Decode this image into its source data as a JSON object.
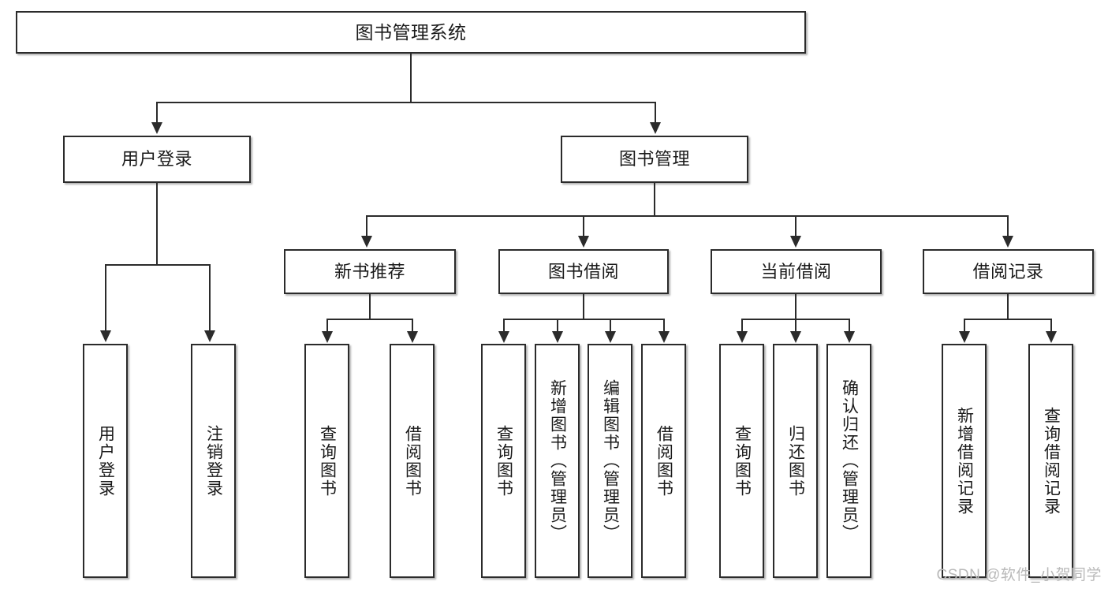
{
  "diagram": {
    "title_box": {
      "label": "图书管理系统"
    },
    "level2": [
      {
        "label": "用户登录"
      },
      {
        "label": "图书管理"
      }
    ],
    "level3": [
      {
        "label": "新书推荐"
      },
      {
        "label": "图书借阅"
      },
      {
        "label": "当前借阅"
      },
      {
        "label": "借阅记录"
      }
    ],
    "leaves": {
      "user_login": [
        {
          "label": "用户登录"
        },
        {
          "label": "注销登录"
        }
      ],
      "new_book_recommend": [
        {
          "label": "查询图书"
        },
        {
          "label": "借阅图书"
        }
      ],
      "book_borrow": [
        {
          "label": "查询图书"
        },
        {
          "label": "新增图书（管理员）"
        },
        {
          "label": "编辑图书（管理员）"
        },
        {
          "label": "借阅图书"
        }
      ],
      "current_borrow": [
        {
          "label": "查询图书"
        },
        {
          "label": "归还图书"
        },
        {
          "label": "确认归还（管理员）"
        }
      ],
      "borrow_records": [
        {
          "label": "新增借阅记录"
        },
        {
          "label": "查询借阅记录"
        }
      ]
    }
  },
  "watermark": {
    "text": "CSDN @软件_小贺同学"
  },
  "colors": {
    "stroke": "#2b2b2b",
    "box_fill": "#ffffff",
    "text": "#1a1a1a",
    "watermark": "#b9b9b9"
  }
}
